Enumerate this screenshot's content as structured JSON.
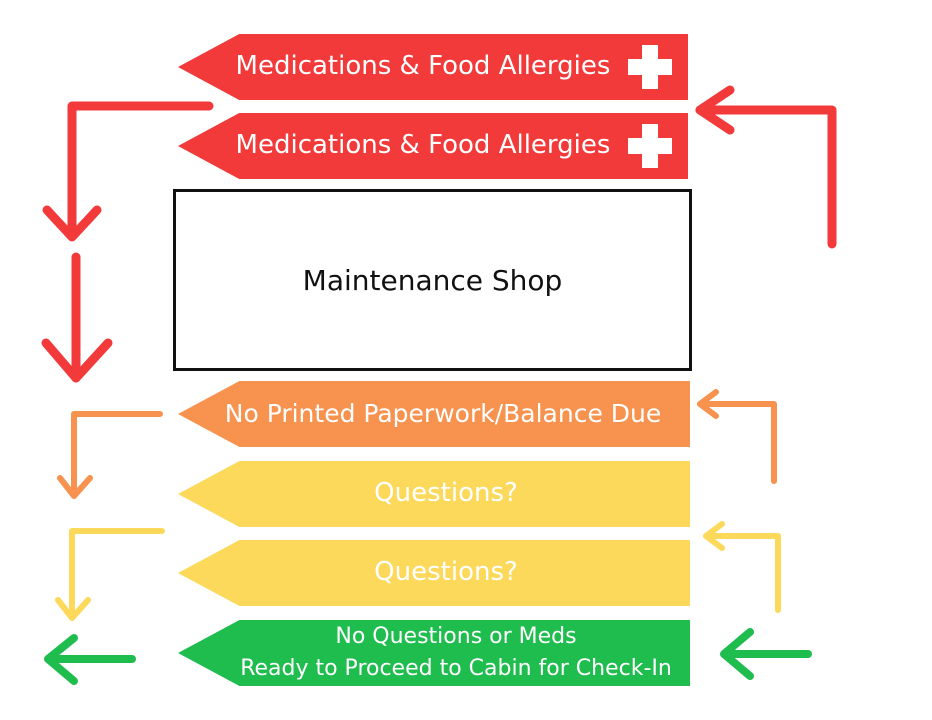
{
  "colors": {
    "red": "#f23a3a",
    "orange": "#f7924f",
    "yellow": "#fcd95a",
    "green": "#1fbc4e",
    "black": "#111111"
  },
  "banners": [
    {
      "text": "Medications & Food Allergies",
      "icon": "medical-cross-icon"
    },
    {
      "text": "Medications & Food Allergies",
      "icon": "medical-cross-icon"
    },
    {
      "text": "No Printed Paperwork/Balance Due"
    },
    {
      "text": "Questions?"
    },
    {
      "text": "Questions?"
    },
    {
      "line1": "No Questions or Meds",
      "line2": "Ready to Proceed to Cabin for Check-In"
    }
  ],
  "box": {
    "label": "Maintenance Shop"
  }
}
